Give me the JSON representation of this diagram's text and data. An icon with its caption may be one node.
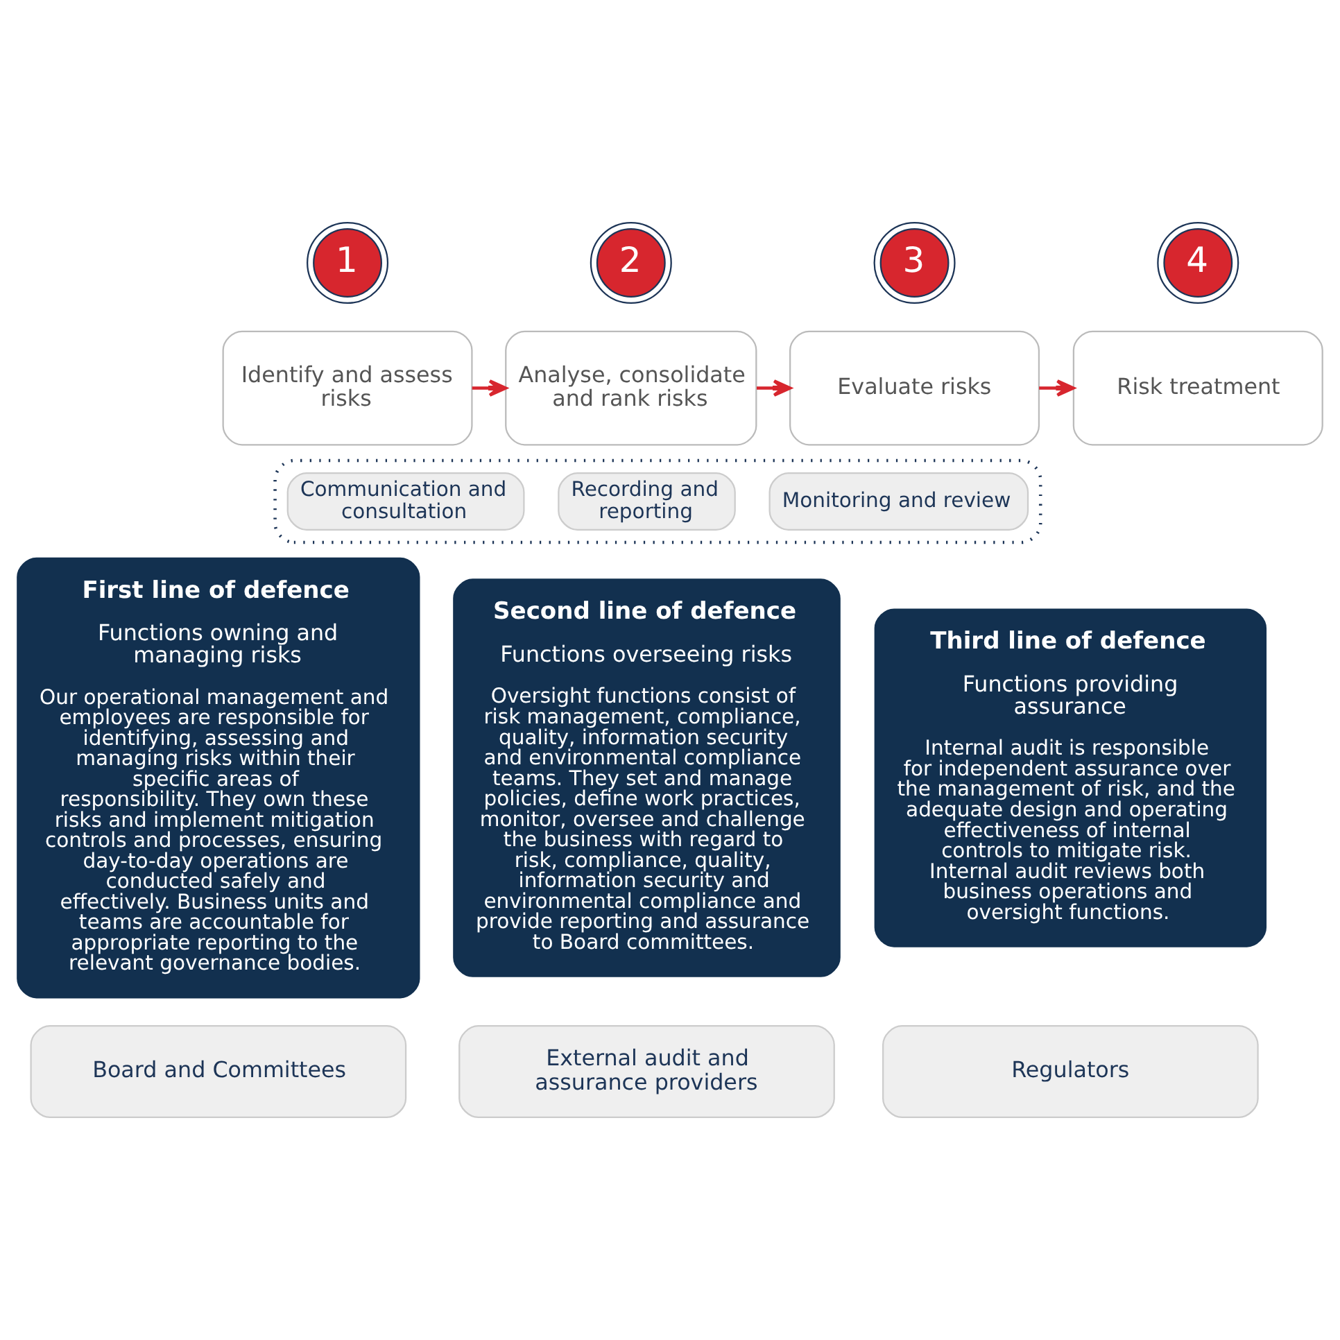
{
  "diagram": {
    "nodes": [
      {
        "text": [
          "1"
        ]
      },
      {
        "text": [
          "2"
        ]
      },
      {
        "text": [
          "3"
        ]
      },
      {
        "text": [
          "4"
        ]
      },
      {
        "text": [
          "Identify and assess risks"
        ]
      },
      {
        "text": [
          "Analyse, consolidate and rank risks"
        ]
      },
      {
        "text": [
          "Evaluate risks"
        ]
      },
      {
        "text": [
          "Risk treatment"
        ]
      },
      {
        "text": [],
        "shape": "box"
      },
      {
        "text": [
          "Communication and consultation"
        ],
        "in": 8
      },
      {
        "text": [
          "Recording and reporting"
        ],
        "in": 8
      },
      {
        "text": [
          "Monitoring and review"
        ],
        "in": 8
      },
      {
        "text": [
          "First line of defence",
          "Functions owning and managing risks",
          "Our operational management and employees are responsible for identifying, assessing and managing risks within their specific areas of responsibility. They own these risks and implement mitigation controls and processes, ensuring day-to-day operations are conducted safely and effectively. Business units and teams are accountable for appropriate reporting to the relevant governance bodies."
        ]
      },
      {
        "text": [
          "Second line of defence",
          "Functions overseeing risks",
          "Oversight functions consist of risk management, compliance, quality, information security and environmental compliance teams. They set and manage policies, define work practices, monitor, oversee and challenge the business with regard to risk, compliance, quality, information security and environmental compliance and provide reporting and assurance to Board committees."
        ]
      },
      {
        "text": [
          "Third line of defence",
          "Functions providing assurance",
          "Internal audit is responsible for independent assurance over the management of risk, and the adequate design and operating effectiveness of internal controls to mitigate risk. Internal audit reviews both business operations and oversight functions."
        ]
      },
      {
        "text": [
          "Board and Committees"
        ]
      },
      {
        "text": [
          "External audit and assurance providers"
        ]
      },
      {
        "text": [
          "Regulators"
        ]
      }
    ],
    "edges": [
      {
        "from": 4,
        "to": 5,
        "arrow": "to"
      },
      {
        "from": 5,
        "to": 6,
        "arrow": "to"
      },
      {
        "from": 6,
        "to": 7,
        "arrow": "to"
      }
    ]
  }
}
